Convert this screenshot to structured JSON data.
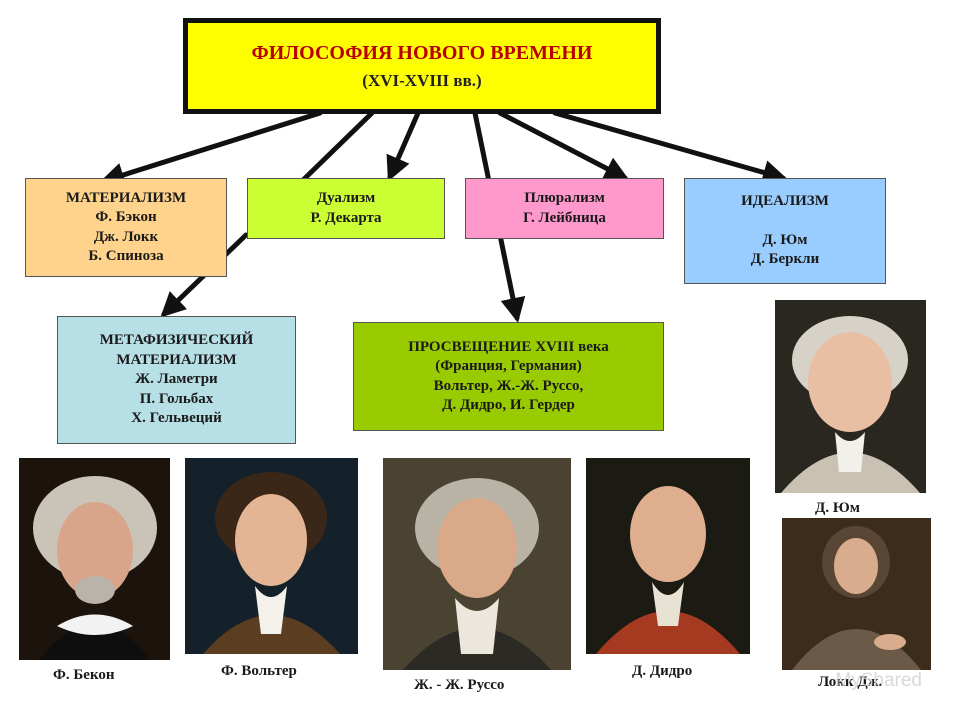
{
  "colors": {
    "title_bg": "#ffff00",
    "title_text": "#b80000",
    "materialism_bg": "#ffd38c",
    "dualism_bg": "#ccff33",
    "pluralism_bg": "#ff99cc",
    "idealism_bg": "#99ccff",
    "metaphysical_bg": "#b7dfe6",
    "enlightenment_bg": "#99cc00",
    "arrow": "#111111"
  },
  "title": {
    "main": "ФИЛОСОФИЯ НОВОГО ВРЕМЕНИ",
    "sub": "(XVI-XVIII  вв.)"
  },
  "nodes": {
    "materialism": [
      "МАТЕРИАЛИЗМ",
      "Ф. Бэкон",
      "Дж. Локк",
      "Б. Спиноза"
    ],
    "dualism": [
      "Дуализм",
      "Р. Декарта"
    ],
    "pluralism": [
      "Плюрализм",
      "Г. Лейбница"
    ],
    "idealism": [
      "ИДЕАЛИЗМ",
      "",
      "Д. Юм",
      "Д. Беркли"
    ],
    "metaphysical": [
      "МЕТАФИЗИЧЕСКИЙ",
      "МАТЕРИАЛИЗМ",
      "Ж. Ламетри",
      "П. Гольбах",
      "Х. Гельвеций"
    ],
    "enlightenment": [
      "ПРОСВЕЩЕНИЕ XVIII века",
      "(Франция, Германия)",
      "Вольтер, Ж.-Ж. Руссо,",
      "Д. Дидро, И. Гердер"
    ]
  },
  "portraits": {
    "bacon": "Ф. Бекон",
    "voltaire": "Ф. Вольтер",
    "rousseau": "Ж. - Ж. Руссо",
    "diderot": "Д. Дидро",
    "hume": "Д. Юм",
    "locke": "Локк Дж."
  },
  "watermark": "MyShared"
}
